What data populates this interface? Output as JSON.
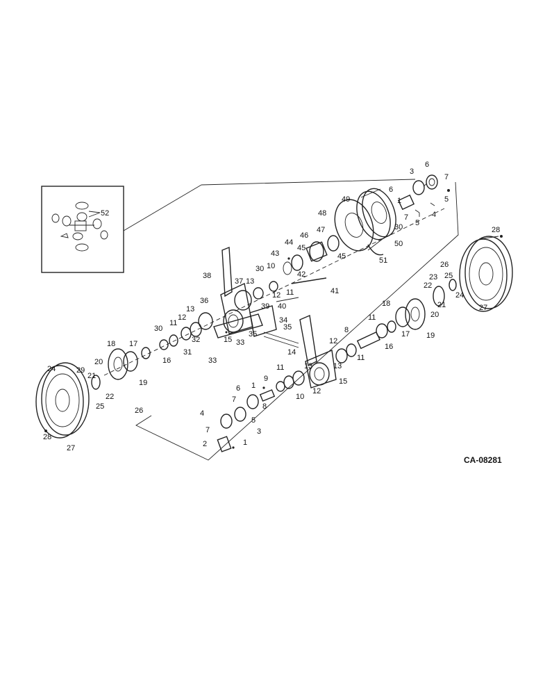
{
  "figure_code": "CA-08281",
  "inset_callout": "52",
  "callouts": [
    "1",
    "2",
    "3",
    "4",
    "5",
    "6",
    "7",
    "8",
    "9",
    "10",
    "11",
    "12",
    "13",
    "14",
    "15",
    "16",
    "17",
    "18",
    "19",
    "20",
    "21",
    "22",
    "23",
    "24",
    "25",
    "26",
    "27",
    "28",
    "29",
    "30",
    "31",
    "32",
    "33",
    "34",
    "35",
    "36",
    "37",
    "38",
    "39",
    "40",
    "41",
    "42",
    "43",
    "44",
    "45",
    "46",
    "47",
    "48",
    "49",
    "50",
    "51"
  ]
}
